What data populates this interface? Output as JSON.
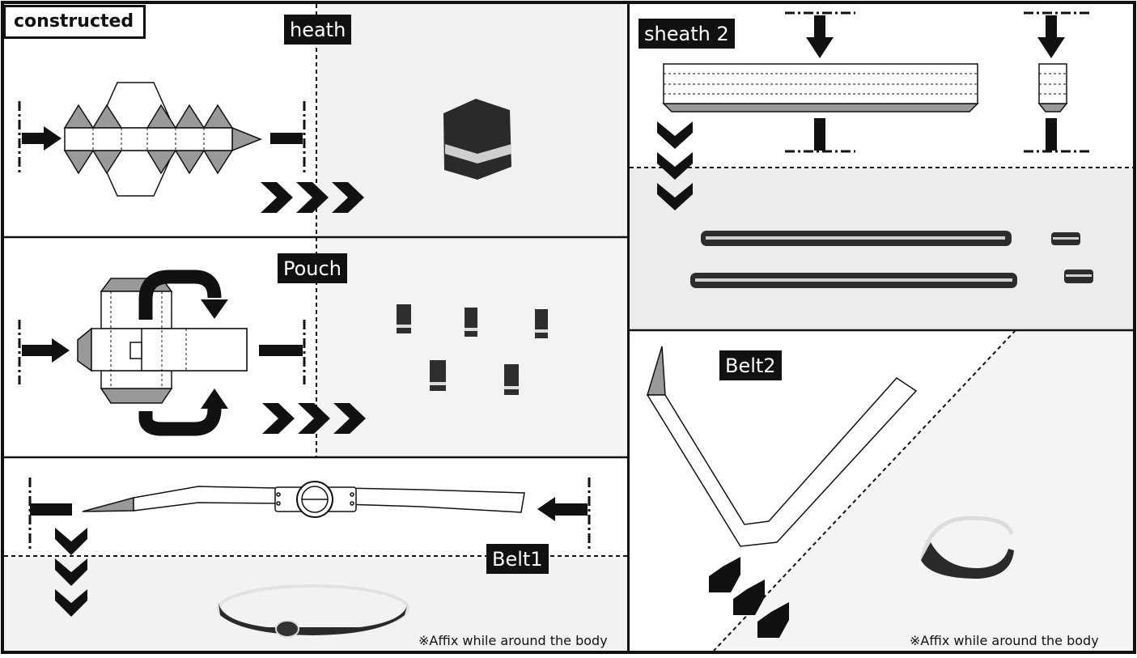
{
  "header_label": "constructed",
  "panels": {
    "sheath": {
      "label": "heath"
    },
    "pouch": {
      "label": "Pouch"
    },
    "belt1": {
      "label": "Belt1",
      "note": "※Affix while around the body"
    },
    "sheath2": {
      "label": "sheath 2"
    },
    "belt2": {
      "label": "Belt2",
      "note": "※Affix while around the body"
    }
  },
  "colors": {
    "ink": "#111111",
    "fold_fill": "#999999",
    "photo_bg": "#eeeeee",
    "paper": "#ffffff"
  },
  "icons": [
    "right-arrow-icon",
    "left-arrow-icon",
    "down-arrow-icon",
    "chevron-right-icon",
    "chevron-down-icon",
    "curved-arrow-icon"
  ]
}
